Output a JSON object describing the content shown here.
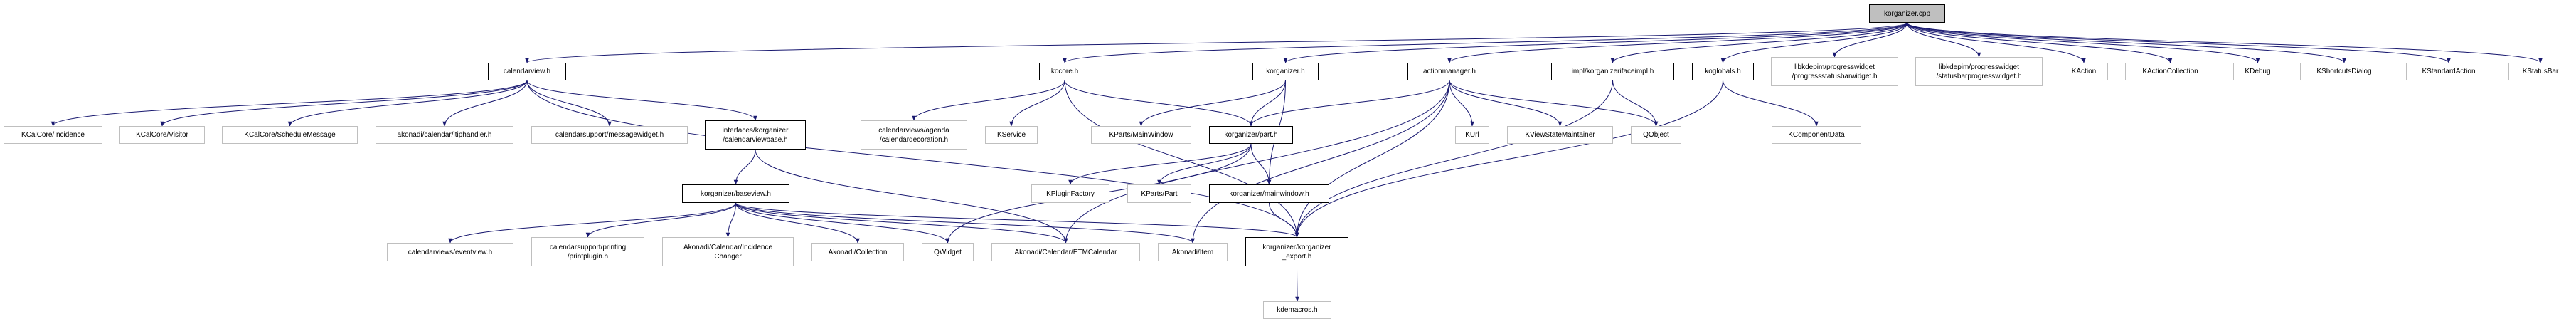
{
  "diagram": {
    "edge_color": "#191970",
    "root_fill": "#bfbfbf",
    "nodes": {
      "root": {
        "label": "korganizer.cpp"
      },
      "calendarview": {
        "label": "calendarview.h"
      },
      "kocore": {
        "label": "kocore.h"
      },
      "korganizerh": {
        "label": "korganizer.h"
      },
      "actionmanager": {
        "label": "actionmanager.h"
      },
      "ifaceimpl": {
        "label": "impl/korganizerifaceimpl.h"
      },
      "koglobals": {
        "label": "koglobals.h"
      },
      "progressstatusbar": {
        "label": "libkdepim/progresswidget\n/progressstatusbarwidget.h"
      },
      "statusbarprogress": {
        "label": "libkdepim/progresswidget\n/statusbarprogresswidget.h"
      },
      "kaction": {
        "label": "KAction"
      },
      "kactioncollection": {
        "label": "KActionCollection"
      },
      "kdebug": {
        "label": "KDebug"
      },
      "kshortcutsdialog": {
        "label": "KShortcutsDialog"
      },
      "kstandardaction": {
        "label": "KStandardAction"
      },
      "kstatusbar": {
        "label": "KStatusBar"
      },
      "incidence": {
        "label": "KCalCore/Incidence"
      },
      "visitor": {
        "label": "KCalCore/Visitor"
      },
      "schedulemessage": {
        "label": "KCalCore/ScheduleMessage"
      },
      "itiphandler": {
        "label": "akonadi/calendar/itiphandler.h"
      },
      "messagewidget": {
        "label": "calendarsupport/messagewidget.h"
      },
      "calendarviewbase": {
        "label": "interfaces/korganizer\n/calendarviewbase.h"
      },
      "calendardecoration": {
        "label": "calendarviews/agenda\n/calendardecoration.h"
      },
      "kservice": {
        "label": "KService"
      },
      "kpartsmainwindow": {
        "label": "KParts/MainWindow"
      },
      "parth": {
        "label": "korganizer/part.h"
      },
      "kurl": {
        "label": "KUrl"
      },
      "kviewstate": {
        "label": "KViewStateMaintainer"
      },
      "qobject": {
        "label": "QObject"
      },
      "kcomponentdata": {
        "label": "KComponentData"
      },
      "baseview": {
        "label": "korganizer/baseview.h"
      },
      "kpluginfactory": {
        "label": "KPluginFactory"
      },
      "kpartspart": {
        "label": "KParts/Part"
      },
      "mainwindow": {
        "label": "korganizer/mainwindow.h"
      },
      "eventview": {
        "label": "calendarviews/eventview.h"
      },
      "printplugin": {
        "label": "calendarsupport/printing\n/printplugin.h"
      },
      "incidencechanger": {
        "label": "Akonadi/Calendar/Incidence\nChanger"
      },
      "collection": {
        "label": "Akonadi/Collection"
      },
      "qwidget": {
        "label": "QWidget"
      },
      "etmcalendar": {
        "label": "Akonadi/Calendar/ETMCalendar"
      },
      "akonadiitem": {
        "label": "Akonadi/Item"
      },
      "export": {
        "label": "korganizer/korganizer\n_export.h"
      },
      "kdemacros": {
        "label": "kdemacros.h"
      }
    },
    "edges": [
      [
        "root",
        "calendarview"
      ],
      [
        "root",
        "kocore"
      ],
      [
        "root",
        "korganizerh"
      ],
      [
        "root",
        "actionmanager"
      ],
      [
        "root",
        "ifaceimpl"
      ],
      [
        "root",
        "koglobals"
      ],
      [
        "root",
        "progressstatusbar"
      ],
      [
        "root",
        "statusbarprogress"
      ],
      [
        "root",
        "kaction"
      ],
      [
        "root",
        "kactioncollection"
      ],
      [
        "root",
        "kdebug"
      ],
      [
        "root",
        "kshortcutsdialog"
      ],
      [
        "root",
        "kstandardaction"
      ],
      [
        "root",
        "kstatusbar"
      ],
      [
        "calendarview",
        "incidence"
      ],
      [
        "calendarview",
        "visitor"
      ],
      [
        "calendarview",
        "schedulemessage"
      ],
      [
        "calendarview",
        "itiphandler"
      ],
      [
        "calendarview",
        "messagewidget"
      ],
      [
        "calendarview",
        "calendarviewbase"
      ],
      [
        "calendarview",
        "export"
      ],
      [
        "calendarviewbase",
        "baseview"
      ],
      [
        "calendarviewbase",
        "etmcalendar"
      ],
      [
        "baseview",
        "eventview"
      ],
      [
        "baseview",
        "printplugin"
      ],
      [
        "baseview",
        "incidencechanger"
      ],
      [
        "baseview",
        "collection"
      ],
      [
        "baseview",
        "qwidget"
      ],
      [
        "baseview",
        "etmcalendar"
      ],
      [
        "baseview",
        "akonadiitem"
      ],
      [
        "baseview",
        "export"
      ],
      [
        "kocore",
        "calendardecoration"
      ],
      [
        "kocore",
        "kservice"
      ],
      [
        "kocore",
        "parth"
      ],
      [
        "kocore",
        "export"
      ],
      [
        "korganizerh",
        "kpartsmainwindow"
      ],
      [
        "korganizerh",
        "parth"
      ],
      [
        "korganizerh",
        "mainwindow"
      ],
      [
        "actionmanager",
        "parth"
      ],
      [
        "actionmanager",
        "etmcalendar"
      ],
      [
        "actionmanager",
        "akonadiitem"
      ],
      [
        "actionmanager",
        "export"
      ],
      [
        "actionmanager",
        "kurl"
      ],
      [
        "actionmanager",
        "kviewstate"
      ],
      [
        "actionmanager",
        "qobject"
      ],
      [
        "parth",
        "qwidget"
      ],
      [
        "parth",
        "kpluginfactory"
      ],
      [
        "parth",
        "kpartspart"
      ],
      [
        "parth",
        "mainwindow"
      ],
      [
        "mainwindow",
        "export"
      ],
      [
        "ifaceimpl",
        "qobject"
      ],
      [
        "ifaceimpl",
        "export"
      ],
      [
        "koglobals",
        "kcomponentdata"
      ],
      [
        "koglobals",
        "export"
      ],
      [
        "export",
        "kdemacros"
      ]
    ]
  }
}
